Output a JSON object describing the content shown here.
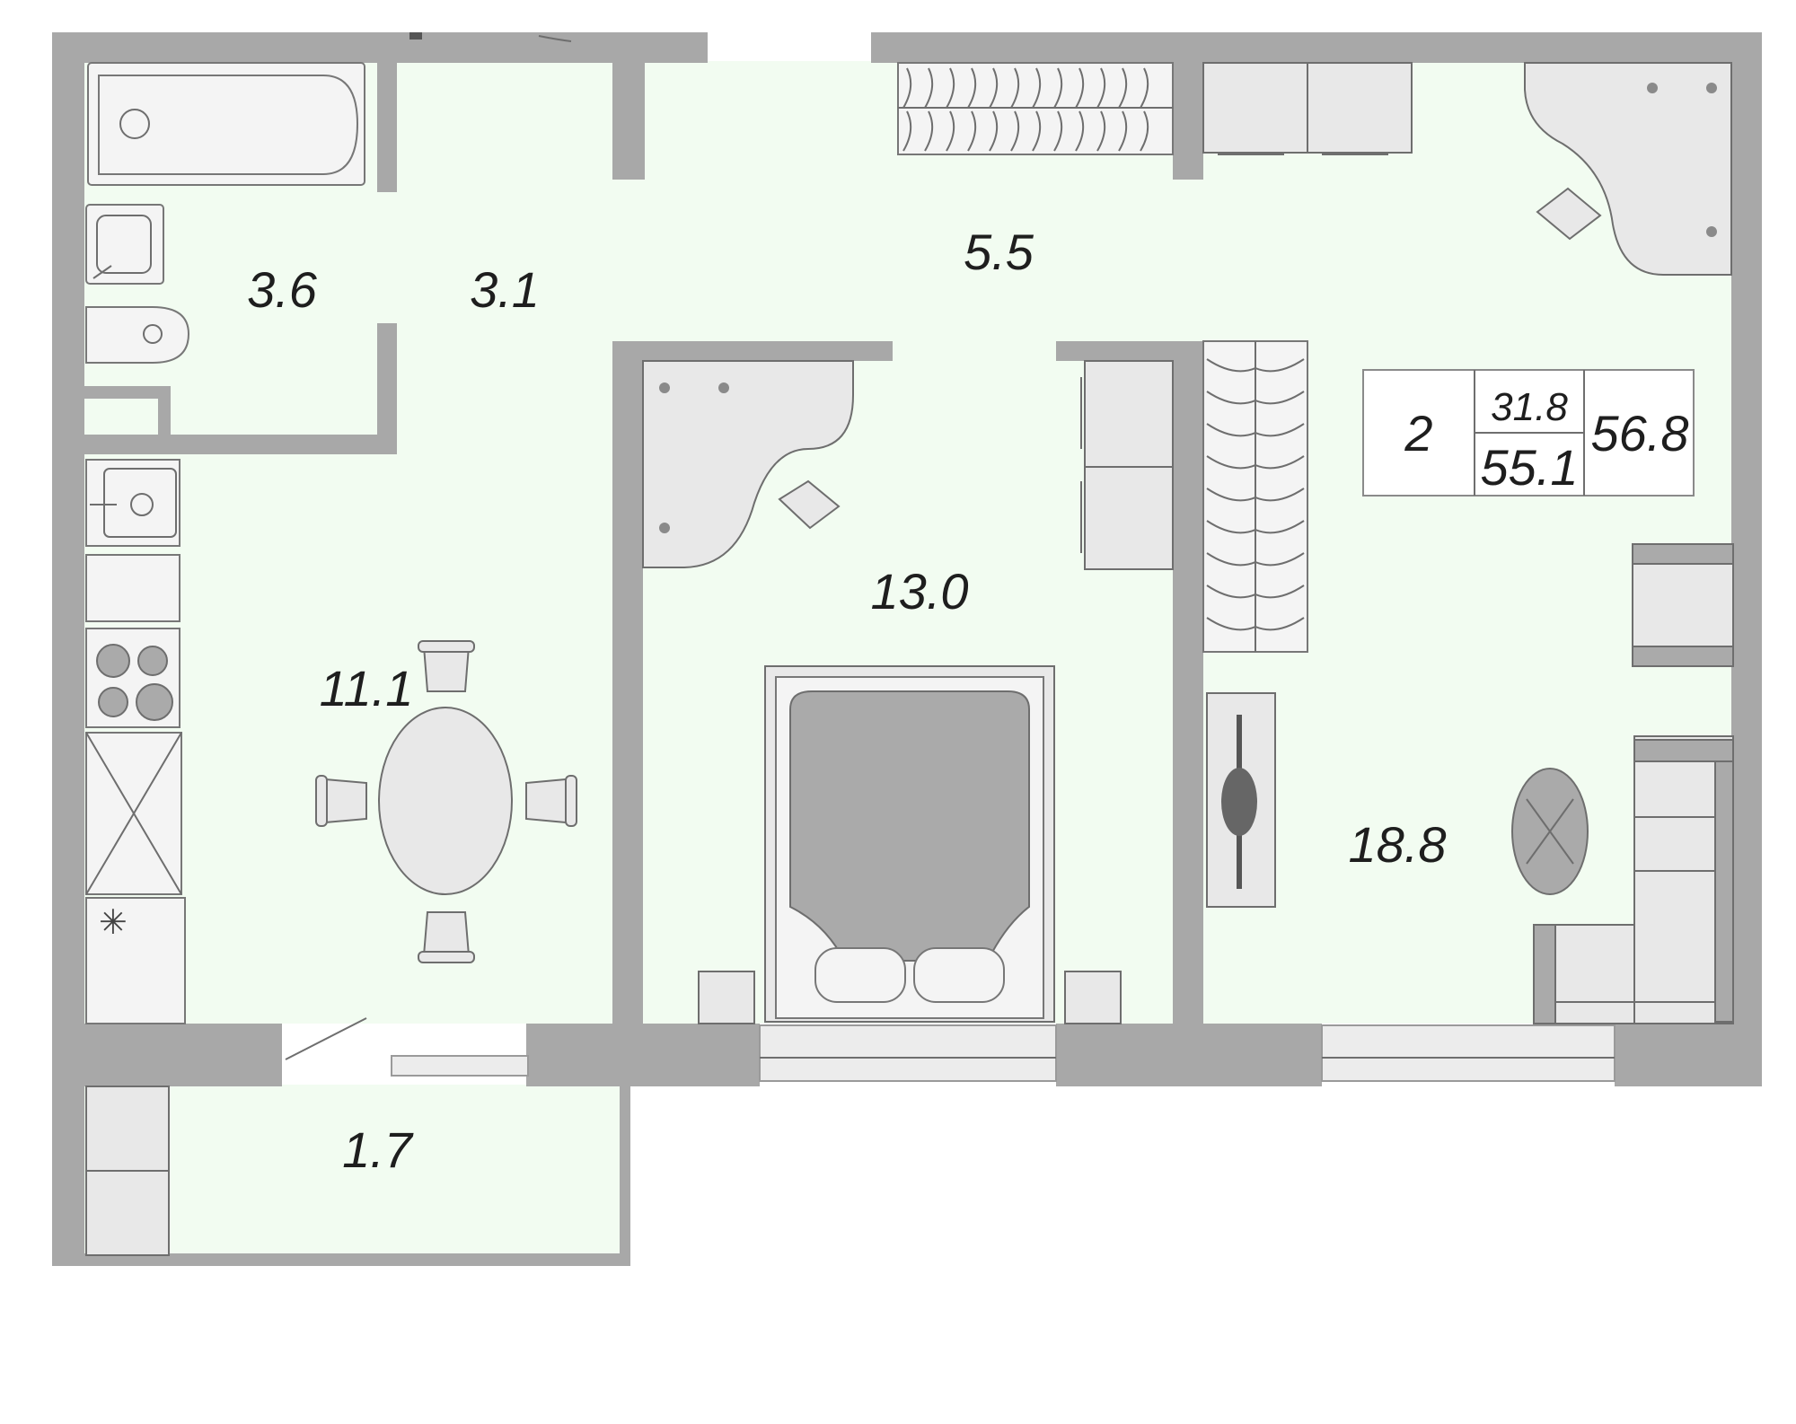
{
  "rooms": [
    {
      "id": "bathroom",
      "area": "3.6"
    },
    {
      "id": "hall",
      "area": "3.1"
    },
    {
      "id": "corridor",
      "area": "5.5"
    },
    {
      "id": "kitchen",
      "area": "11.1"
    },
    {
      "id": "bedroom",
      "area": "13.0"
    },
    {
      "id": "living-room",
      "area": "18.8"
    },
    {
      "id": "balcony",
      "area": "1.7"
    }
  ],
  "summary": {
    "rooms_count": "2",
    "living_area": "31.8",
    "total_area": "55.1",
    "total_area_with_balcony": "56.8"
  },
  "colors": {
    "floor": "#f2fcf1",
    "wall": "#a8a8a8",
    "furniture": "#e8e8e8"
  }
}
